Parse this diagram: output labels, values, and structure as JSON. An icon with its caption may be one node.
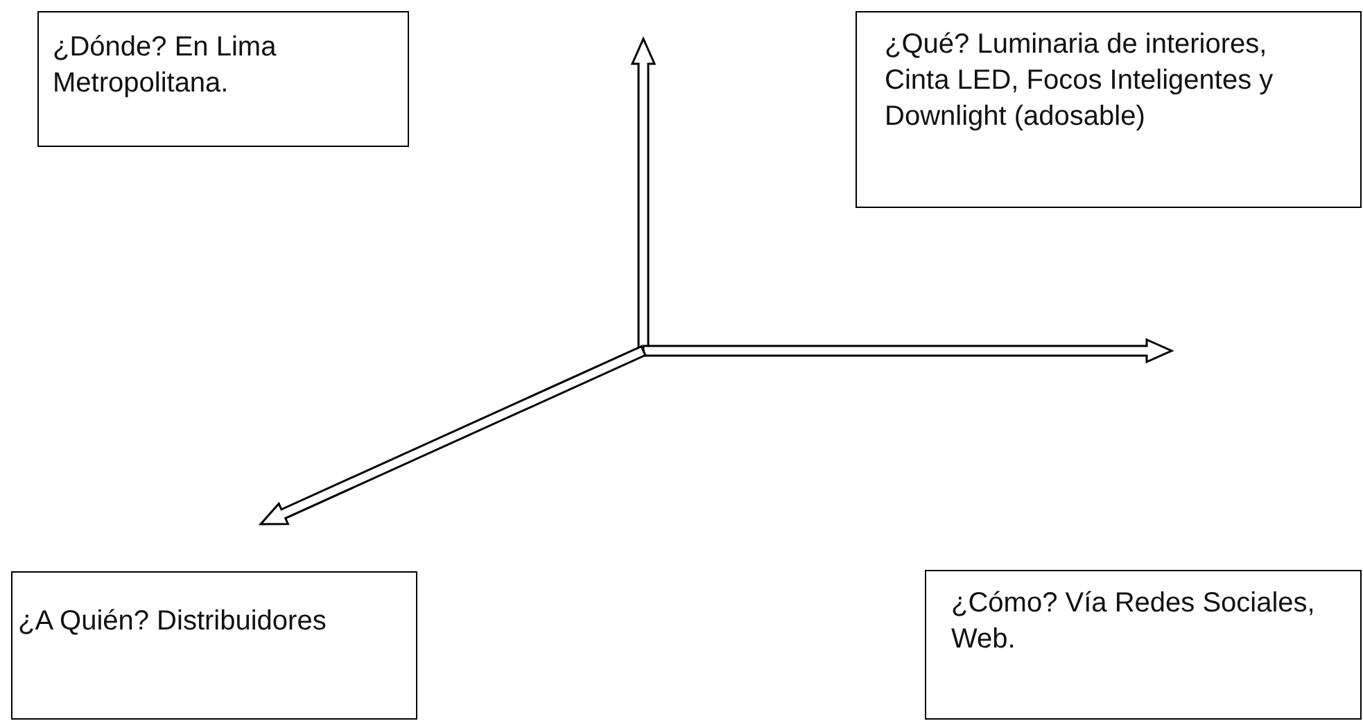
{
  "diagram": {
    "nodes": [
      {
        "text": [
          "¿Dónde? En Lima Metropolitana."
        ]
      },
      {
        "text": [
          "¿Qué? Luminaria de interiores, Cinta LED, Focos Inteligentes y Downlight (adosable)"
        ]
      },
      {
        "text": [
          "¿A Quién? Distribuidores"
        ]
      },
      {
        "text": [
          "¿Cómo? Vía Redes Sociales, Web."
        ]
      }
    ]
  }
}
